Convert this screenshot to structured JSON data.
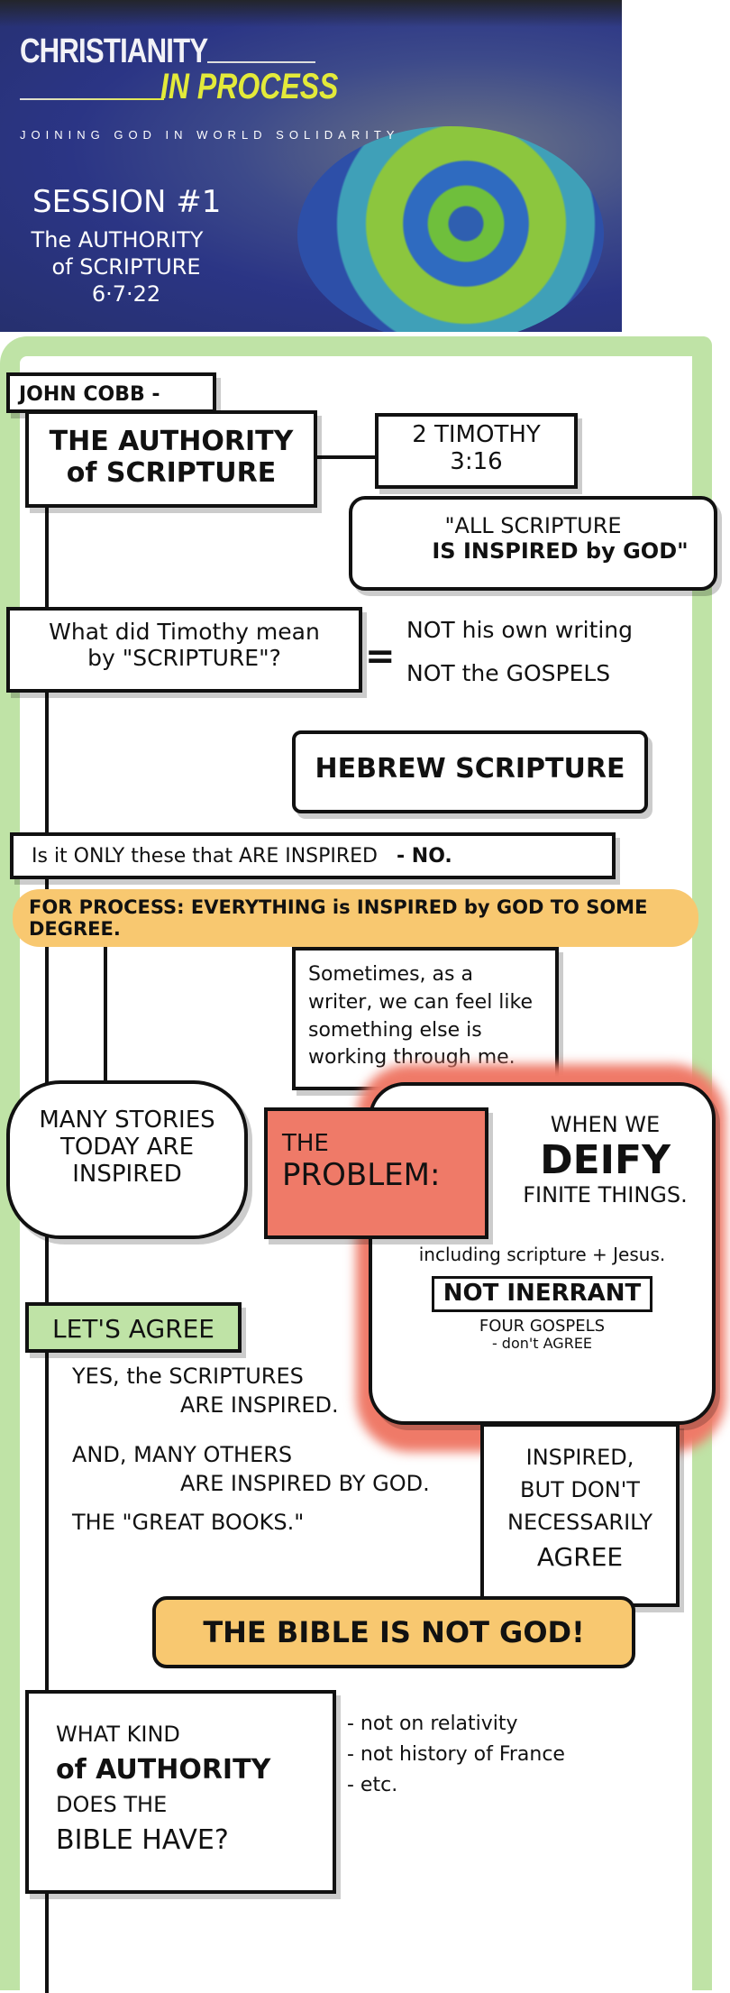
{
  "header": {
    "title_line1": "CHRISTIANITY",
    "title_line2": "IN PROCESS",
    "tagline": "JOINING GOD IN WORLD SOLIDARITY",
    "session": "SESSION #1",
    "session_title_1": "The AUTHORITY",
    "session_title_2": "of SCRIPTURE",
    "date": "6·7·22"
  },
  "notes": {
    "speaker": "JOHN COBB -",
    "topic_1": "THE AUTHORITY",
    "topic_2": "of SCRIPTURE",
    "verse_1": "2 TIMOTHY",
    "verse_2": "3:16",
    "quote_1": "\"ALL SCRIPTURE",
    "quote_2": "IS INSPIRED by GOD\"",
    "question_1": "What did Timothy mean",
    "question_2": "by \"SCRIPTURE\"?",
    "equals": "=",
    "not_1": "NOT his own writing",
    "not_2": "NOT the GOSPELS",
    "hebrew": "HEBREW SCRIPTURE",
    "only": "Is it ONLY these that ARE INSPIRED",
    "no": "- NO.",
    "process": "FOR PROCESS: EVERYTHING is INSPIRED by GOD TO SOME DEGREE.",
    "sometimes": "Sometimes, as a writer, we can feel like something else is working through me.",
    "many_stories_1": "MANY STORIES",
    "many_stories_2": "TODAY ARE",
    "many_stories_3": "INSPIRED",
    "problem_1": "THE",
    "problem_2": "PROBLEM:",
    "deify_1": "WHEN WE",
    "deify_2": "DEIFY",
    "deify_3": "FINITE THINGS.",
    "including": "including scripture + Jesus.",
    "not_inerrant": "NOT INERRANT",
    "four_gospels_1": "FOUR GOSPELS",
    "four_gospels_2": "- don't AGREE",
    "agree": "LET'S AGREE",
    "yes_1": "YES, the SCRIPTURES",
    "yes_2": "ARE INSPIRED.",
    "and_1": "AND, MANY OTHERS",
    "and_2": "ARE INSPIRED BY GOD.",
    "great_books": "THE \"GREAT BOOKS.\"",
    "inspired_1": "INSPIRED,",
    "inspired_2": "BUT DON'T",
    "inspired_3": "NECESSARILY",
    "inspired_4": "AGREE",
    "bible_not_god": "THE BIBLE IS NOT GOD!",
    "what_kind_1": "WHAT KIND",
    "what_kind_2": "of AUTHORITY",
    "what_kind_3": "DOES THE",
    "what_kind_4": "BIBLE HAVE?",
    "list": [
      "- not on relativity",
      "- not history of France",
      "- etc."
    ]
  },
  "colors": {
    "green": "#bfe3a6",
    "yellow": "#f8c870",
    "red": "#ef7a68",
    "navy": "#2b3585",
    "title_yellow": "#e3ea3a"
  }
}
